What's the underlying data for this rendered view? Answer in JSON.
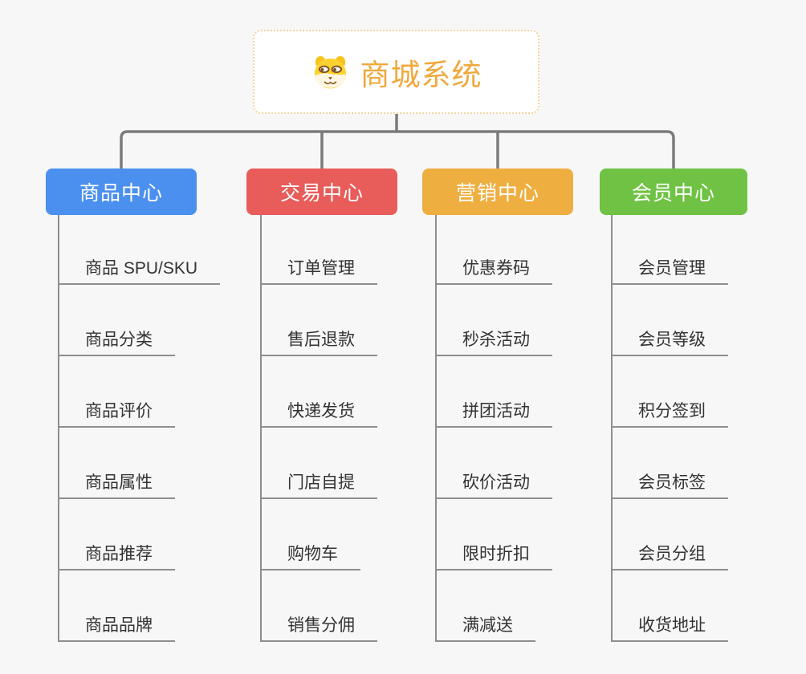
{
  "app": {
    "background_color": "#f7f7f8",
    "connector_color": "#7b7b7b",
    "branch_line_color": "#8e8e8e"
  },
  "root": {
    "title": "商城系统",
    "icon": "shiba-dog-face-icon",
    "title_color": "#efa93d",
    "border_color": "#f3d49e"
  },
  "branches": [
    {
      "label": "商品中心",
      "color": "#4b90ee",
      "children": [
        "商品 SPU/SKU",
        "商品分类",
        "商品评价",
        "商品属性",
        "商品推荐",
        "商品品牌"
      ]
    },
    {
      "label": "交易中心",
      "color": "#e85c59",
      "children": [
        "订单管理",
        "售后退款",
        "快递发货",
        "门店自提",
        "购物车",
        "销售分佣"
      ]
    },
    {
      "label": "营销中心",
      "color": "#eeaf40",
      "children": [
        "优惠券码",
        "秒杀活动",
        "拼团活动",
        "砍价活动",
        "限时折扣",
        "满减送"
      ]
    },
    {
      "label": "会员中心",
      "color": "#6fc243",
      "children": [
        "会员管理",
        "会员等级",
        "积分签到",
        "会员标签",
        "会员分组",
        "收货地址"
      ]
    }
  ]
}
